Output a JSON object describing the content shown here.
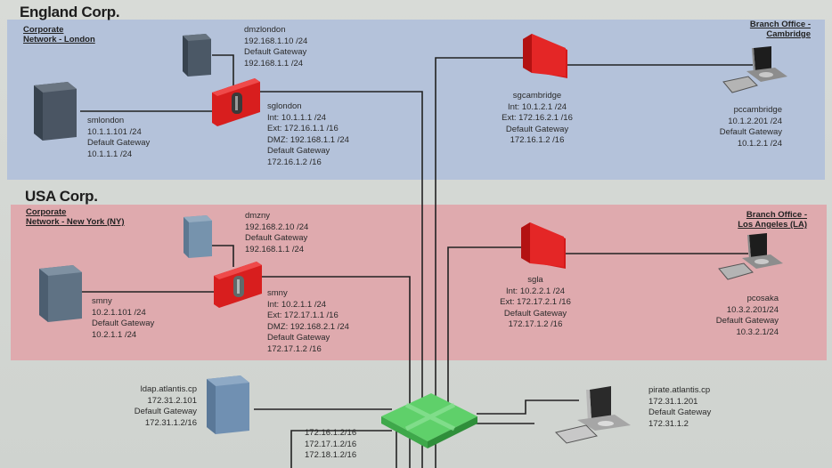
{
  "diagram": {
    "title": "Network topology",
    "colors": {
      "england_zone": "#b4c2da",
      "usa_zone": "#dfaaae",
      "firewall": "#d81e1e",
      "switch": "#4fc25a",
      "server_dark": "#4a5563",
      "server_blue": "#6f8fb0",
      "wire": "#222222"
    },
    "england": {
      "title": "England Corp.",
      "hq_label": [
        "Corporate",
        "Network - London"
      ],
      "branch_label": [
        "Branch Office -",
        "Cambridge"
      ],
      "nodes": {
        "dmzlondon": {
          "icon": "server-icon",
          "lines": [
            "dmzlondon",
            "192.168.1.10 /24",
            "Default Gateway",
            "192.168.1.1 /24"
          ]
        },
        "smlondon": {
          "icon": "server-icon",
          "lines": [
            "smlondon",
            "10.1.1.101 /24",
            "Default Gateway",
            "10.1.1.1 /24"
          ]
        },
        "sglondon": {
          "icon": "firewall-icon",
          "lines": [
            "sglondon",
            "Int: 10.1.1.1 /24",
            "Ext: 172.16.1.1 /16",
            "DMZ: 192.168.1.1 /24",
            "Default Gateway",
            "172.16.1.2 /16"
          ]
        },
        "sgcambridge": {
          "icon": "firewall-icon",
          "lines": [
            "sgcambridge",
            "Int: 10.1.2.1 /24",
            "Ext: 172.16.2.1 /16",
            "Default Gateway",
            "172.16.1.2 /16"
          ]
        },
        "pccambridge": {
          "icon": "workstation-icon",
          "lines": [
            "pccambridge",
            "10.1.2.201 /24",
            "Default Gateway",
            "10.1.2.1 /24"
          ]
        }
      }
    },
    "usa": {
      "title": "USA Corp.",
      "hq_label": [
        "Corporate",
        "Network - New York (NY)"
      ],
      "branch_label": [
        "Branch Office -",
        "Los Angeles (LA)"
      ],
      "nodes": {
        "dmzny": {
          "icon": "server-icon",
          "lines": [
            "dmzny",
            "192.168.2.10 /24",
            "Default Gateway",
            "192.168.1.1 /24"
          ]
        },
        "smny": {
          "icon": "server-icon",
          "lines": [
            "smny",
            "10.2.1.101 /24",
            "Default Gateway",
            "10.2.1.1 /24"
          ]
        },
        "sgny": {
          "icon": "firewall-icon",
          "lines": [
            "smny",
            "Int: 10.2.1.1 /24",
            "Ext: 172.17.1.1 /16",
            "DMZ: 192.168.2.1 /24",
            "Default Gateway",
            "172.17.1.2 /16"
          ]
        },
        "sgla": {
          "icon": "firewall-icon",
          "lines": [
            "sgla",
            "Int: 10.2.2.1 /24",
            "Ext: 172.17.2.1 /16",
            "Default Gateway",
            "172.17.1.2 /16"
          ]
        },
        "pcosaka": {
          "icon": "workstation-icon",
          "lines": [
            "pcosaka",
            "10.3.2.201/24",
            "Default Gateway",
            "10.3.2.1/24"
          ]
        }
      }
    },
    "core": {
      "ldap": {
        "icon": "server-icon",
        "lines": [
          "ldap.atlantis.cp",
          "172.31.2.101",
          "Default Gateway",
          "172.31.1.2/16"
        ]
      },
      "pirate": {
        "icon": "workstation-icon",
        "lines": [
          "pirate.atlantis.cp",
          "172.31.1.201",
          "Default Gateway",
          "172.31.1.2"
        ]
      },
      "switch": {
        "icon": "switch-icon",
        "lines": [
          "172.16.1.2/16",
          "172.17.1.2/16",
          "172.18.1.2/16"
        ]
      }
    }
  }
}
